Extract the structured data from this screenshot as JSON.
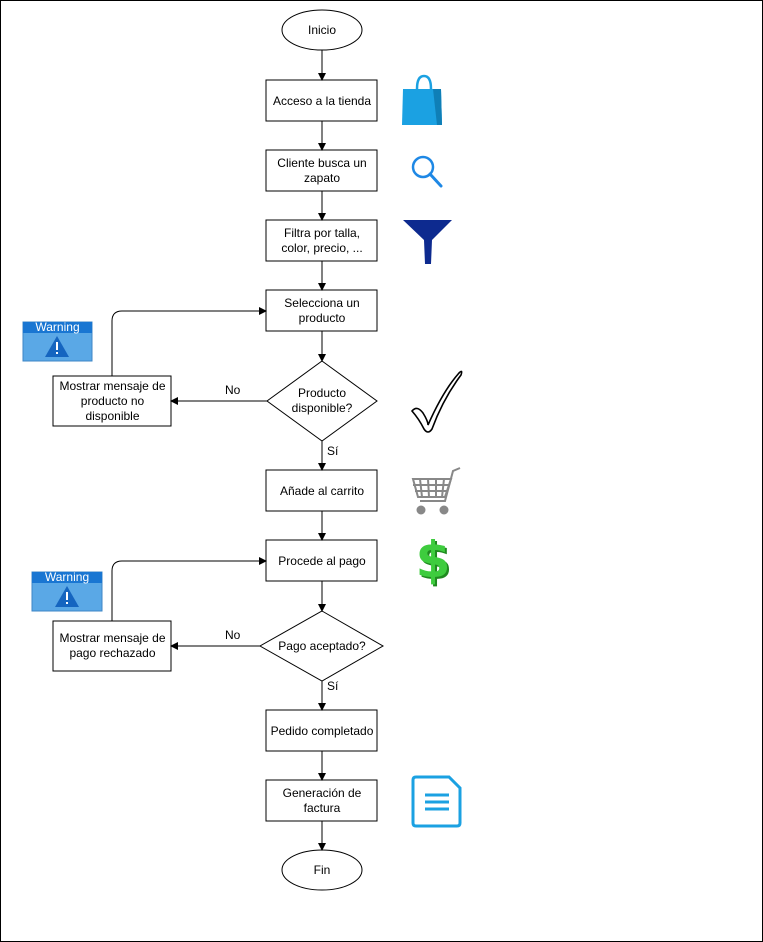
{
  "nodes": {
    "start": "Inicio",
    "access": "Acceso a la tienda",
    "search": "Cliente busca un zapato",
    "filter": "Filtra por talla, color, precio, ...",
    "select": "Selecciona un producto",
    "available": "Producto disponible?",
    "unavailable_msg": "Mostrar mensaje de producto no disponible",
    "add_cart": "Añade al carrito",
    "pay": "Procede al pago",
    "payment_ok": "Pago aceptado?",
    "rejected_msg": "Mostrar mensaje de pago rechazado",
    "completed": "Pedido completado",
    "invoice": "Generación de factura",
    "end": "Fin"
  },
  "edges": {
    "no_1": "No",
    "yes_1": "Sí",
    "no_2": "No",
    "yes_2": "Sí"
  },
  "warnings": {
    "warning_1": "Warning",
    "warning_2": "Warning"
  },
  "icons": [
    "shopping-bag-icon",
    "search-icon",
    "funnel-icon",
    "checkmark-icon",
    "shopping-cart-icon",
    "dollar-icon",
    "document-icon",
    "warning-icon"
  ],
  "colors": {
    "bag": "#1ba1e2",
    "search": "#1e88e5",
    "funnel": "#0d2a8f",
    "dollar": "#3ecc3e",
    "document": "#1ba1e2",
    "warning_bg": "#3d94d6",
    "warning_header": "#1976d2"
  }
}
